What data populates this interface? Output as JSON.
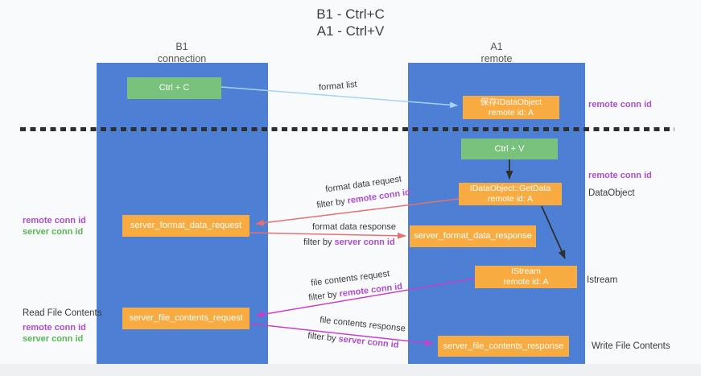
{
  "title": {
    "line1": "B1 - Ctrl+C",
    "line2": "A1 - Ctrl+V"
  },
  "columns": {
    "left": {
      "name": "B1",
      "subtitle": "connection"
    },
    "right": {
      "name": "A1",
      "subtitle": "remote"
    }
  },
  "nodes": {
    "ctrl_c": "Ctrl + C",
    "ctrl_v": "Ctrl + V",
    "save_idataobject": {
      "line1": "保存IDataObject",
      "line2": "remote id: A"
    },
    "getdata": {
      "line1": "IDataObject::GetData",
      "line2": "remote id: A"
    },
    "istream": {
      "line1": "IStream",
      "line2": "remote id: A"
    },
    "server_format_data_request": "server_format_data_request",
    "server_format_data_response": "server_format_data_response",
    "server_file_contents_request": "server_file_contents_request",
    "server_file_contents_response": "server_file_contents_response"
  },
  "side_labels": {
    "right_remote_conn_id_top": "remote conn id",
    "right_remote_conn_id_mid": "remote conn id",
    "data_object": "DataObject",
    "istream": "Istream",
    "write_file_contents": "Write File Contents",
    "read_file_contents": "Read File Contents",
    "left_format_remote": "remote conn id",
    "left_format_server": "server conn id",
    "left_file_remote": "remote conn id",
    "left_file_server": "server conn id"
  },
  "arrow_labels": {
    "format_list": "format list",
    "format_data_request": "format data request",
    "format_data_response": "format data response",
    "file_contents_request": "file contents request",
    "file_contents_response": "file contents response",
    "filter_by": "filter by ",
    "remote_conn_id": "remote conn id",
    "server_conn_id": "server conn id"
  },
  "colors": {
    "bg": "#f9fafb",
    "footer_bg": "#eef0f2",
    "column_blue": "#4d7fd4",
    "green_box": "#79c27b",
    "orange_box": "#f8ab40",
    "purple": "#ab4ec9",
    "green_label": "#58b758",
    "text": "#3a3a3a",
    "title_text": "#3f3f3f",
    "header_text": "#565656",
    "dash": "#2e2e2e",
    "arrow_lightblue": "#a5d3f3",
    "arrow_salmon": "#e57070",
    "arrow_magenta": "#c83fc8",
    "arrow_black": "#2f2f2f"
  }
}
